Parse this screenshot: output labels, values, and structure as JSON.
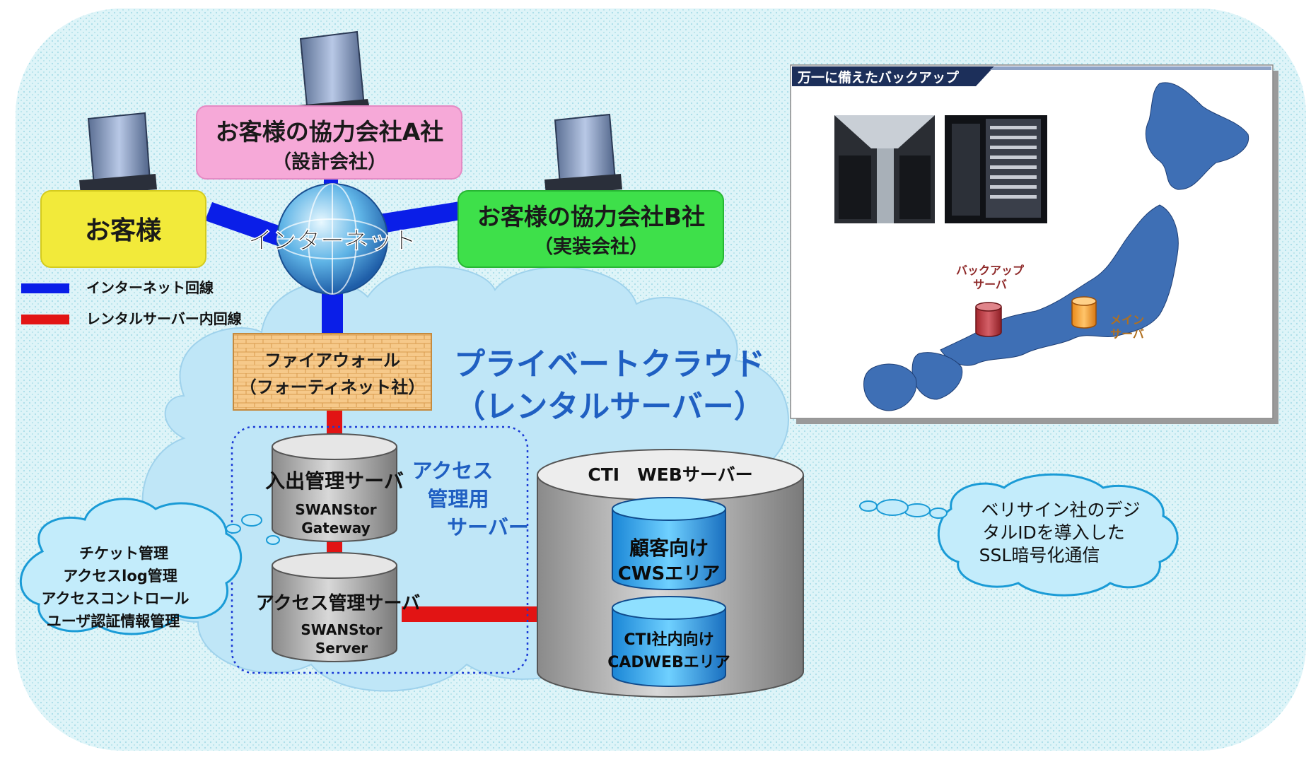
{
  "nodes": {
    "customer": {
      "label": "お客様"
    },
    "partner_a": {
      "title": "お客様の協力会社A社",
      "subtitle": "（設計会社）"
    },
    "partner_b": {
      "title": "お客様の協力会社B社",
      "subtitle": "（実装会社）"
    },
    "internet": {
      "label": "インターネット"
    },
    "firewall": {
      "title": "ファイアウォール",
      "subtitle": "（フォーティネット社）"
    },
    "cloud": {
      "title": "プライベートクラウド",
      "subtitle": "（レンタルサーバー）"
    },
    "access_group": {
      "line1": "アクセス",
      "line2": "管理用",
      "line3": "サーバー"
    },
    "entry_server": {
      "title": "入出管理サーバ",
      "line2": "SWANStor",
      "line3": "Gateway"
    },
    "access_server": {
      "title": "アクセス管理サーバ",
      "line2": "SWANStor",
      "line3": "Server"
    },
    "web_server": {
      "title": "CTI　WEBサーバー"
    },
    "cws_area": {
      "line1": "顧客向け",
      "line2": "CWSエリア"
    },
    "cadweb_area": {
      "line1": "CTI社内向け",
      "line2": "CADWEBエリア"
    }
  },
  "legend": {
    "items": [
      {
        "label": "インターネット回線",
        "color": "#0a1ee8"
      },
      {
        "label": "レンタルサーバー内回線",
        "color": "#e21414"
      }
    ]
  },
  "callouts": {
    "left": {
      "lines": [
        "チケット管理",
        "アクセスlog管理",
        "アクセスコントロール",
        "ユーザ認証情報管理"
      ]
    },
    "right": {
      "lines": [
        "ベリサイン社のデジ",
        "タルIDを導入した",
        "SSL暗号化通信"
      ]
    }
  },
  "backup_panel": {
    "title": "万一に備えたバックアップ",
    "backup_label": {
      "line1": "バックアップ",
      "line2": "サーバ"
    },
    "main_label": {
      "line1": "メイン",
      "line2": "サーバ"
    }
  },
  "colors": {
    "internet_line": "#0a1ee8",
    "rental_line": "#e21414",
    "customer_fill": "#f2ea3a",
    "partner_a_fill": "#f6a9d8",
    "partner_b_fill": "#3ee04a",
    "cloud_fill": "#bfe6f7",
    "map_fill": "#3e6fb5"
  },
  "icons": [
    "building-icon",
    "globe-icon",
    "database-icon",
    "japan-map-icon"
  ]
}
